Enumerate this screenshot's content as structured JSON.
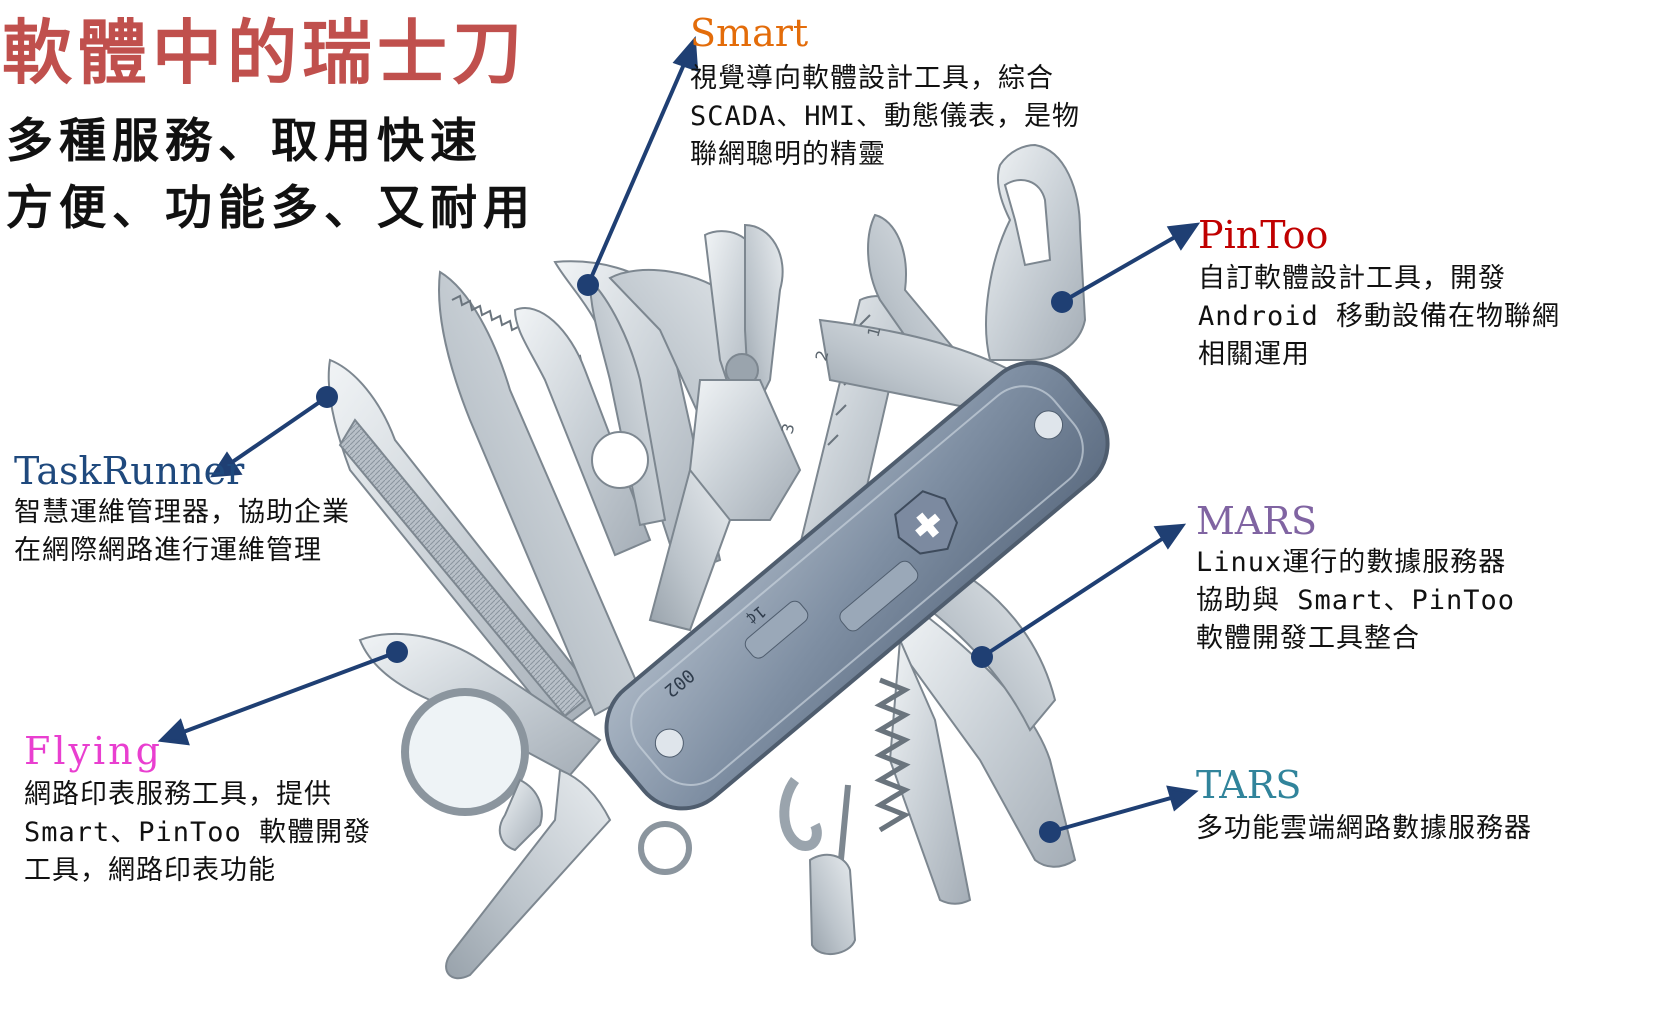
{
  "header": {
    "title": "軟體中的瑞士刀",
    "tagline_line1": "多種服務、取用快速",
    "tagline_line2": "方便、功能多、又耐用"
  },
  "knife": {
    "scale_marks": [
      "1",
      "2",
      "3"
    ],
    "engravings": [
      "002",
      "1¢"
    ]
  },
  "products": {
    "smart": {
      "name": "Smart",
      "color": "#e36c0a",
      "lines": [
        "視覺導向軟體設計工具，綜合",
        "SCADA、HMI、動態儀表，是物",
        "聯網聰明的精靈"
      ]
    },
    "pintoo": {
      "name": "PinToo",
      "color": "#c00000",
      "lines": [
        "自訂軟體設計工具，開發",
        "Android 移動設備在物聯網",
        "相關運用"
      ]
    },
    "taskrunner": {
      "name": "TaskRunner",
      "color": "#1f497d",
      "lines": [
        "智慧運維管理器，協助企業",
        "在網際網路進行運維管理"
      ]
    },
    "mars": {
      "name": "MARS",
      "color": "#8064a2",
      "lines": [
        "Linux運行的數據服務器",
        "協助與 Smart、PinToo",
        "軟體開發工具整合"
      ]
    },
    "flying": {
      "name": "Flying",
      "color": "#e93fd0",
      "lines": [
        "網路印表服務工具，提供",
        "Smart、PinToo 軟體開發",
        "工具，網路印表功能"
      ]
    },
    "tars": {
      "name": "TARS",
      "color": "#31849b",
      "lines": [
        "多功能雲端網路數據服務器"
      ]
    }
  },
  "arrow_color": "#1f3f73"
}
